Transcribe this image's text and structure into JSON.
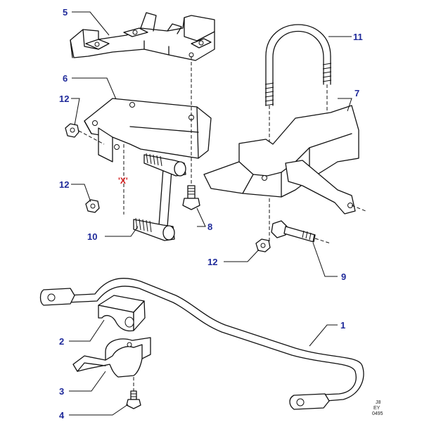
{
  "callouts": {
    "c1": "1",
    "c2": "2",
    "c3": "3",
    "c4": "4",
    "c5": "5",
    "c6": "6",
    "c7": "7",
    "c8": "8",
    "c9": "9",
    "c10": "10",
    "c11": "11",
    "c12a": "12",
    "c12b": "12",
    "c12c": "12"
  },
  "dimension_label": "'X'",
  "drawing_code": {
    "line1": "J8",
    "line2": "EY",
    "line3": "0495"
  },
  "colors": {
    "callout_text": "#1f2a9a",
    "dimension_text": "#d01818",
    "line_art": "#111111"
  }
}
